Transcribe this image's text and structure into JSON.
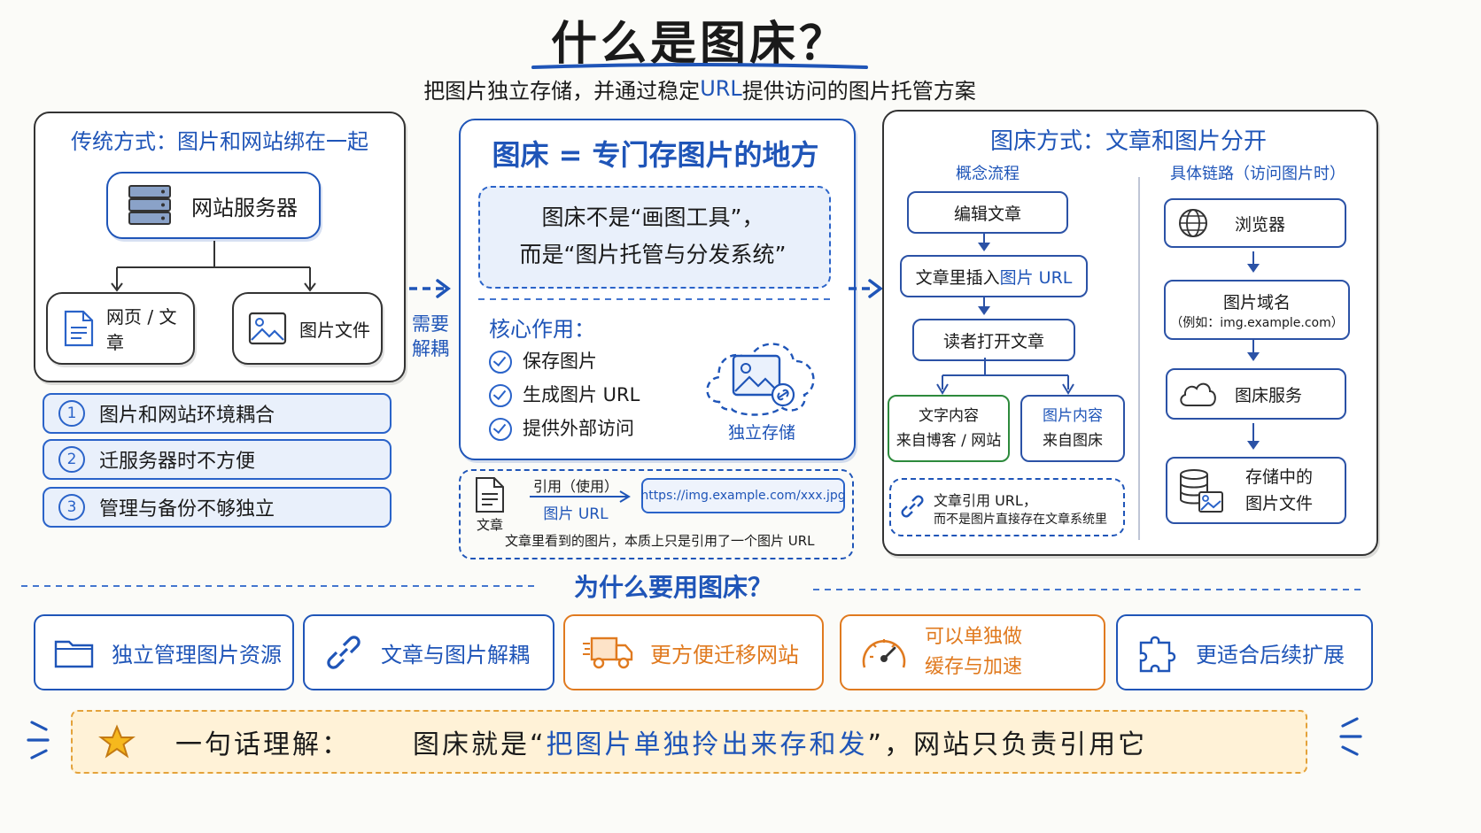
{
  "header": {
    "title": "什么是图床？",
    "subtitle_pre": "把图片独立存储，并通过稳定 ",
    "subtitle_url": "URL",
    "subtitle_post": " 提供访问的图片托管方案"
  },
  "left": {
    "title": "传统方式：图片和网站绑在一起",
    "server": "网站服务器",
    "page": "网页 / 文章",
    "image": "图片文件",
    "problems": [
      {
        "num": "1",
        "text": "图片和网站环境耦合"
      },
      {
        "num": "2",
        "text": "迁服务器时不方便"
      },
      {
        "num": "3",
        "text": "管理与备份不够独立"
      }
    ]
  },
  "arrow_label": "需要\n解耦",
  "middle": {
    "title": "图床 = 专门存图片的地方",
    "quote_line1": "图床不是“画图工具”，",
    "quote_line2": "而是“图片托管与分发系统”",
    "core_title": "核心作用：",
    "core_items": [
      "保存图片",
      "生成图片 URL",
      "提供外部访问"
    ],
    "cloud_label": "独立存储",
    "ref_top": "引用（使用）",
    "ref_bottom": "图片 URL",
    "example_url": "https://img.example.com/xxx.jpg",
    "doc_label": "文章",
    "ref_note": "文章里看到的图片，本质上只是引用了一个图片 URL"
  },
  "right": {
    "title": "图床方式：文章和图片分开",
    "concept_title": "概念流程",
    "chain_title": "具体链路（访问图片时）",
    "flow": [
      "编辑文章",
      "文章里插入",
      "图片 URL",
      "读者打开文章"
    ],
    "text_content": "文字内容\n来自博客 / 网站",
    "image_content_a": "图片内容",
    "image_content_b": "来自图床",
    "note_line1": "文章引用 URL，",
    "note_line2": "而不是图片直接存在文章系统里",
    "chain": {
      "browser": "浏览器",
      "domain": "图片域名",
      "domain_example": "（例如：img.example.com）",
      "service": "图床服务",
      "storage": "存储中的\n图片文件"
    }
  },
  "why": {
    "title": "为什么要用图床？",
    "items": [
      {
        "label": "独立管理图片资源",
        "icon": "folder-icon",
        "color": "#1f55b8"
      },
      {
        "label": "文章与图片解耦",
        "icon": "link-icon",
        "color": "#1f55b8"
      },
      {
        "label": "更方便迁移网站",
        "icon": "truck-icon",
        "color": "#e07a1f"
      },
      {
        "label": "可以单独做\n缓存与加速",
        "icon": "speedometer-icon",
        "color": "#e07a1f"
      },
      {
        "label": "更适合后续扩展",
        "icon": "puzzle-icon",
        "color": "#1f55b8"
      }
    ]
  },
  "summary": {
    "lead": "一句话理解：",
    "pre": "图床就是“",
    "highlight": "把图片单独拎出来存和发",
    "post": "”，网站只负责引用它"
  }
}
